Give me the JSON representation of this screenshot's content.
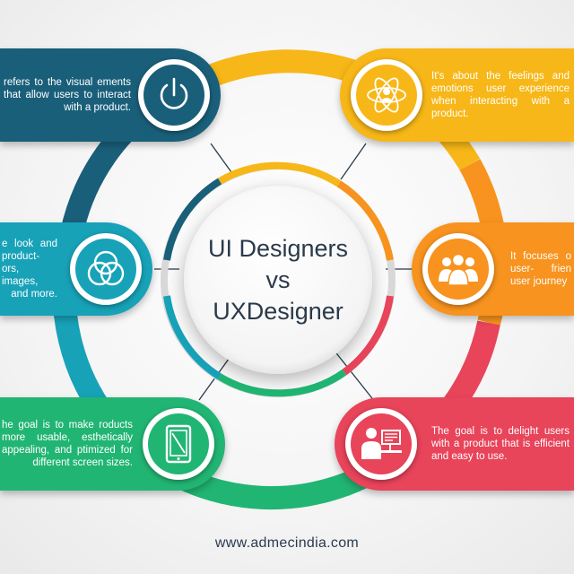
{
  "center": {
    "line1": "UI Designers",
    "line2": "vs",
    "line3": "UXDesigner"
  },
  "colors": {
    "navy": "#1a5f7a",
    "teal": "#17a2b8",
    "green": "#21b573",
    "yellow": "#f7b718",
    "orange": "#f7931e",
    "red": "#e8445a"
  },
  "cards": {
    "top_left": {
      "icon": "power-icon",
      "text": "refers to the visual ements that allow users to interact with a product."
    },
    "middle_left": {
      "icon": "color-circles-icon",
      "text": "e look and product- ors, images, and more."
    },
    "bottom_left": {
      "icon": "tablet-icon",
      "text": "he goal is to make roducts more usable, esthetically appealing, and ptimized for different screen sizes."
    },
    "top_right": {
      "icon": "atom-user-icon",
      "text": "It's about the feelings and emotions user experience when interacting with a product."
    },
    "middle_right": {
      "icon": "user-group-icon",
      "text": "It focuses o user- frien user journey"
    },
    "bottom_right": {
      "icon": "user-computer-icon",
      "text": "The goal is to delight users with a product that is efficient and easy to use."
    }
  },
  "footer": {
    "website": "www.admecindia.com"
  }
}
